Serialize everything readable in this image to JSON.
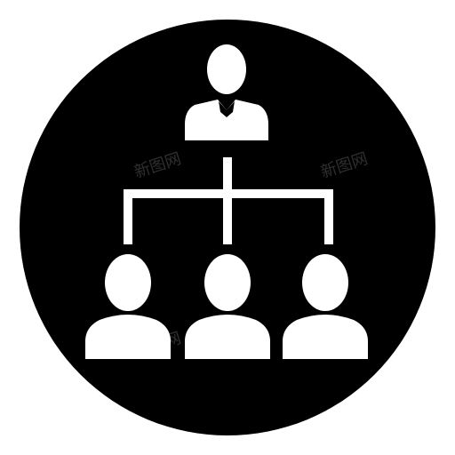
{
  "icon": {
    "name": "organization-hierarchy-icon",
    "background_color": "#000000",
    "foreground_color": "#ffffff",
    "page_background": "#ffffff",
    "people": [
      "top-manager",
      "team-member-left",
      "team-member-center",
      "team-member-right"
    ]
  },
  "watermark": {
    "text": "新图网"
  }
}
